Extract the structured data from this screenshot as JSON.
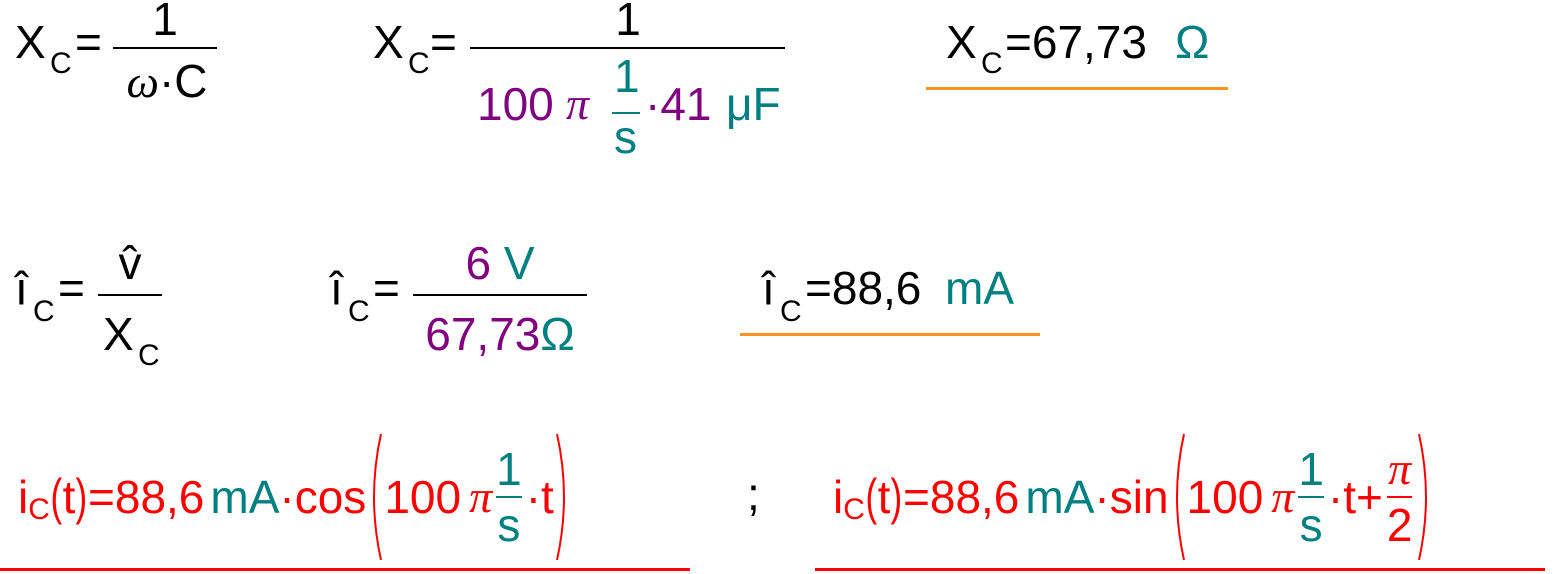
{
  "colors": {
    "variable": "#800080",
    "unit": "#008080",
    "result": "#ff0000",
    "highlight": "#f79320"
  },
  "eq1": {
    "lhs": "X",
    "sub": "C",
    "eq": "=",
    "num": "1",
    "den_omega": "ω",
    "den_dot": "·",
    "den_c": "C"
  },
  "eq2": {
    "lhs": "X",
    "sub": "C",
    "eq": "=",
    "num": "1",
    "den_val": "100",
    "den_pi": "π",
    "den_frac_num": "1",
    "den_frac_den": "s",
    "den_mult": "·41",
    "den_unit": "μF"
  },
  "eq3": {
    "lhs": "X",
    "sub": "C",
    "eq_val": "=67,73",
    "unit": "Ω"
  },
  "eq4": {
    "lhs": "î",
    "sub": "C",
    "eq": "=",
    "num": "v̂",
    "den": "X",
    "den_sub": "C"
  },
  "eq5": {
    "lhs": "î",
    "sub": "C",
    "eq": "=",
    "num_val": "6",
    "num_unit": "V",
    "den_val": "67,73",
    "den_unit": "Ω"
  },
  "eq6": {
    "lhs": "î",
    "sub": "C",
    "eq_val": "=88,6",
    "unit": "mA"
  },
  "eq7": {
    "lhs": "i",
    "sub": "C",
    "open": "(",
    "t": "t",
    "close": ")",
    "eq_val": "=88,6",
    "unit": "mA",
    "func": "·cos",
    "val": "100",
    "pi": "π",
    "frac_num": "1",
    "frac_den": "s",
    "tail": "·t"
  },
  "separator": ";",
  "eq8": {
    "lhs": "i",
    "sub": "C",
    "open": "(",
    "t": "t",
    "close": ")",
    "eq_val": "=88,6",
    "unit": "mA",
    "func": "·sin",
    "val": "100",
    "pi": "π",
    "frac_num": "1",
    "frac_den": "s",
    "tail": "·t+",
    "phase_num": "π",
    "phase_den": "2"
  }
}
